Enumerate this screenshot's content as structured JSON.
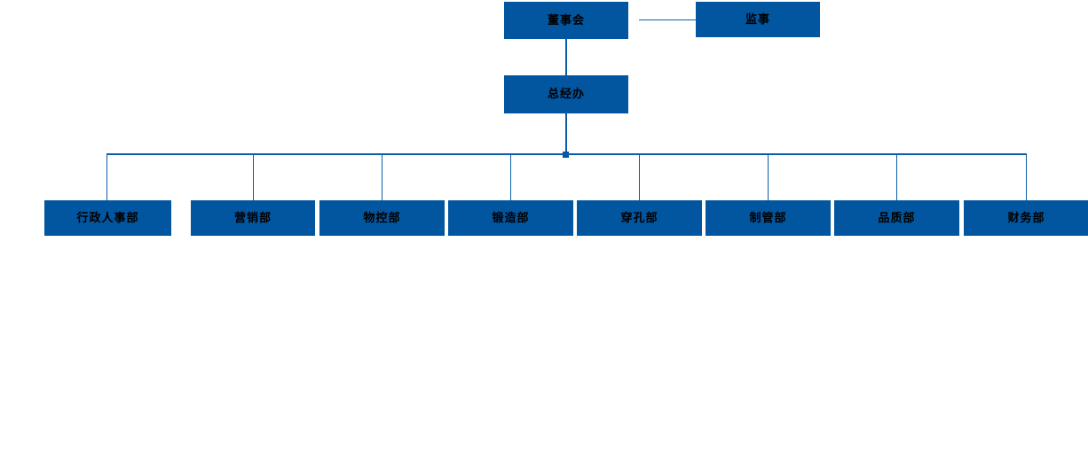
{
  "chart": {
    "type": "org-chart",
    "title": "",
    "theme": {
      "node_fill": "#02559F",
      "node_text": "#000000",
      "connector": "#0A5CA8",
      "background": "#FFFFFF"
    },
    "nodes": {
      "board": {
        "label": "董事会",
        "level": 1
      },
      "supervisor": {
        "label": "监事",
        "level": 1
      },
      "gm_office": {
        "label": "总经办",
        "level": 2
      },
      "departments": [
        {
          "label": "行政人事部"
        },
        {
          "label": "营销部"
        },
        {
          "label": "物控部"
        },
        {
          "label": "锻造部"
        },
        {
          "label": "穿孔部"
        },
        {
          "label": "制管部"
        },
        {
          "label": "品质部"
        },
        {
          "label": "财务部"
        }
      ]
    }
  }
}
